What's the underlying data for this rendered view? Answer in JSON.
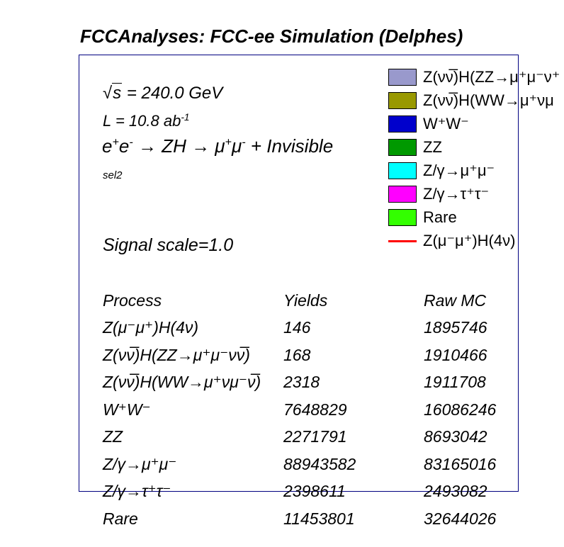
{
  "title": "FCCAnalyses: FCC-ee Simulation (Delphes)",
  "energy": {
    "prefix": "s",
    "text": " = 240.0 GeV"
  },
  "lumi": {
    "text": "L = 10.8 ab",
    "exp": "-1"
  },
  "process": {
    "pre": "e",
    "pre_sup1": "+",
    "mid": "e",
    "pre_sup2": "-",
    "arrow1": " → ZH ",
    "arrow2": "→ μ",
    "sup3": "+",
    "mu2": "μ",
    "sup4": "-",
    "post": " + Invisible"
  },
  "selection": "sel2",
  "signal_scale": "Signal scale=1.0",
  "colors": {
    "frame": "#000080",
    "zvv_zz": "#9999cc",
    "zvv_ww": "#999900",
    "ww": "#0000cc",
    "zz": "#009900",
    "z_mumu": "#00ffff",
    "z_tautau": "#ff00ff",
    "rare": "#33ff00",
    "signal": "#ff0000"
  },
  "chart_data": {
    "type": "table",
    "title": "FCCAnalyses: FCC-ee Simulation (Delphes)",
    "columns": [
      "Process",
      "Yields",
      "Raw MC"
    ],
    "rows": [
      {
        "process": "Z(μ⁻μ⁺)H(4ν)",
        "yields": 146,
        "raw_mc": 1895746
      },
      {
        "process": "Z(νν̅)H(ZZ→μ⁺μ⁻νν̅)",
        "yields": 168,
        "raw_mc": 1910466
      },
      {
        "process": "Z(νν̅)H(WW→μ⁺νμ⁻ν̅)",
        "yields": 2318,
        "raw_mc": 1911708
      },
      {
        "process": "W⁺W⁻",
        "yields": 7648829,
        "raw_mc": 16086246
      },
      {
        "process": "ZZ",
        "yields": 2271791,
        "raw_mc": 8693042
      },
      {
        "process": "Z/γ→μ⁺μ⁻",
        "yields": 88943582,
        "raw_mc": 83165016
      },
      {
        "process": "Z/γ→τ⁺τ⁻",
        "yields": 2398611,
        "raw_mc": 2493082
      },
      {
        "process": "Rare",
        "yields": 11453801,
        "raw_mc": 32644026
      }
    ],
    "legend": [
      {
        "label": "Z(νν̅)H(ZZ→μ⁺μ⁻ν⁺",
        "style": "fill",
        "color": "#9999cc"
      },
      {
        "label": "Z(νν̅)H(WW→μ⁺νμ",
        "style": "fill",
        "color": "#999900"
      },
      {
        "label": "W⁺W⁻",
        "style": "fill",
        "color": "#0000cc"
      },
      {
        "label": "ZZ",
        "style": "fill",
        "color": "#009900"
      },
      {
        "label": "Z/γ→μ⁺μ⁻",
        "style": "fill",
        "color": "#00ffff"
      },
      {
        "label": "Z/γ→τ⁺τ⁻",
        "style": "fill",
        "color": "#ff00ff"
      },
      {
        "label": "Rare",
        "style": "fill",
        "color": "#33ff00"
      },
      {
        "label": "Z(μ⁻μ⁺)H(4ν)",
        "style": "line",
        "color": "#ff0000"
      }
    ],
    "legend_position": "top-right"
  }
}
